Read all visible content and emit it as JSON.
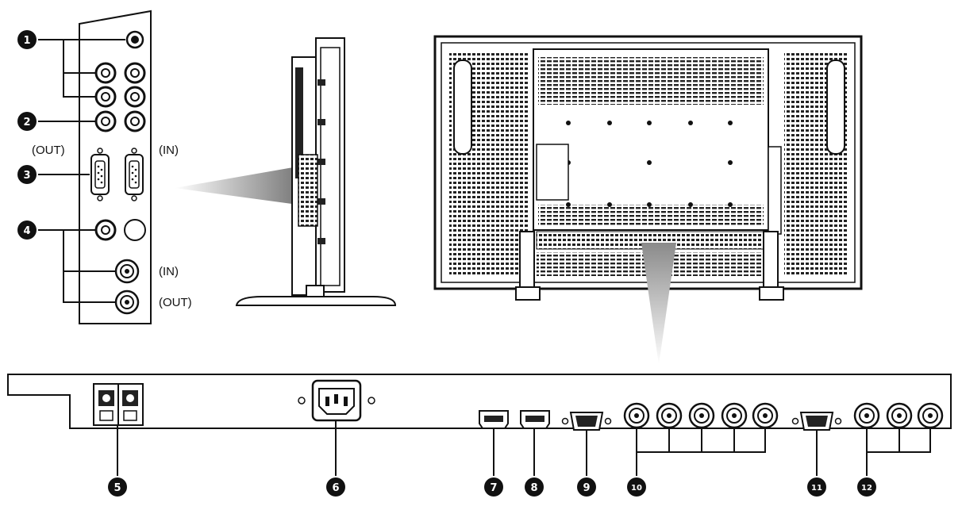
{
  "side_panel": {
    "callouts": [
      "1",
      "2",
      "3",
      "4"
    ],
    "labels": {
      "d_sub_left": "(OUT)",
      "d_sub_right": "(IN)",
      "rca_upper": "(IN)",
      "rca_lower": "(OUT)"
    }
  },
  "bottom_panel": {
    "callouts": [
      "5",
      "6",
      "7",
      "8",
      "9",
      "10",
      "11",
      "12"
    ]
  },
  "colors": {
    "line": "#111111",
    "background": "#ffffff",
    "gradient_dark": "#555555",
    "gradient_light": "#e6e6e6"
  }
}
